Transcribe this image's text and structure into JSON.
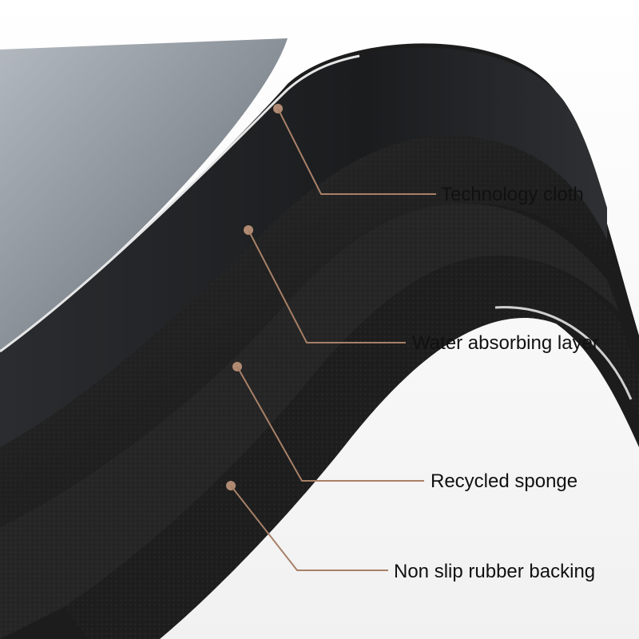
{
  "colors": {
    "callout_line": "#a88068",
    "callout_dot": "#b08a72",
    "cloth_surface": "#8f969e",
    "layer_dark": "#1a1a1a",
    "rim_light": "#d9dadb"
  },
  "callouts": [
    {
      "layer": "technology-cloth",
      "text": "Technology cloth"
    },
    {
      "layer": "water-absorbing-layer",
      "text": "Water absorbing layer"
    },
    {
      "layer": "recycled-sponge",
      "text": "Recycled sponge"
    },
    {
      "layer": "non-slip-rubber-backing",
      "text": "Non slip rubber backing"
    }
  ]
}
